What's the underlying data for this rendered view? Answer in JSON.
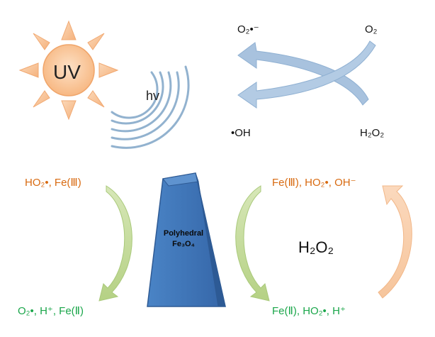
{
  "sun": {
    "label": "UV"
  },
  "light": {
    "label": "hv"
  },
  "cycle": {
    "top_left": "O₂•⁻",
    "top_right": "O₂",
    "bottom_left": "•OH",
    "bottom_right": "H₂O₂"
  },
  "crystal": {
    "line1": "Polyhedral",
    "line2": "Fe₃O₄"
  },
  "left_cycle": {
    "top": "HO₂•, Fe(Ⅲ)",
    "bottom": "O₂•, H⁺, Fe(Ⅱ)"
  },
  "right_cycle": {
    "top": "Fe(Ⅲ), HO₂•, OH⁻",
    "bottom": "Fe(Ⅱ), HO₂•, H⁺",
    "center": "H₂O₂"
  },
  "colors": {
    "sun_fill": "#f9c89c",
    "sun_stroke": "#f2a86a",
    "waves": "#8fb0cc",
    "blue_arrow": "#a9c3de",
    "crystal": "#3f78bd",
    "green_arrow": "#c2d99a",
    "peach_arrow": "#f8cfae",
    "orange_text": "#d86a10",
    "green_text": "#1aa64a"
  }
}
